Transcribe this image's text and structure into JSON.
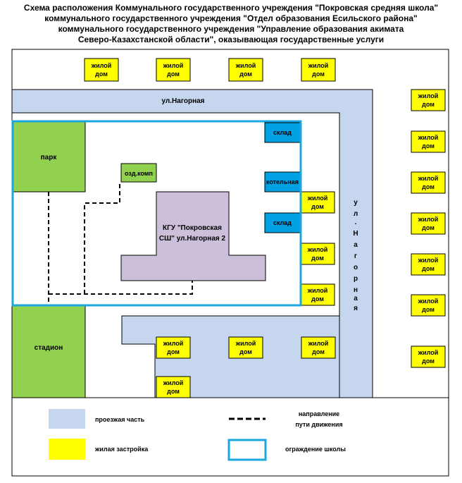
{
  "title_lines": [
    "Схема расположения Коммунального государственного учреждения \"Покровская средняя школа\"",
    "коммунального государственного учреждения \"Отдел образования Есильского района\"",
    "коммунального государственного учреждения \"Управление образования акимата",
    "Северо-Казахстанской области\", оказывающая государственные услуги"
  ],
  "colors": {
    "road": "#c5d6ee",
    "housing": "#ffff00",
    "green": "#92d050",
    "school": "#ccbfd9",
    "utility": "#00a0e3",
    "fence": "#1aa7e0"
  },
  "map": {
    "street_horizontal": "ул.Нагорная",
    "street_vertical_letters": [
      "у",
      "л",
      ".",
      "Н",
      "а",
      "г",
      "о",
      "р",
      "н",
      "а",
      "я"
    ],
    "house_label": [
      "жилой",
      "дом"
    ],
    "park": "парк",
    "stadium": "стадион",
    "health_complex": "озд.комп",
    "warehouse_1": "склад",
    "warehouse_2": "склад",
    "boiler": "котельная",
    "school_lines": [
      "КГУ \"Покровская",
      "СШ\" ул.Нагорная 2"
    ]
  },
  "legend": {
    "roadway": "проезжая часть",
    "direction_lines": [
      "направление",
      "пути движения"
    ],
    "housing": "жилая застройка",
    "fence": "ограждение школы"
  }
}
